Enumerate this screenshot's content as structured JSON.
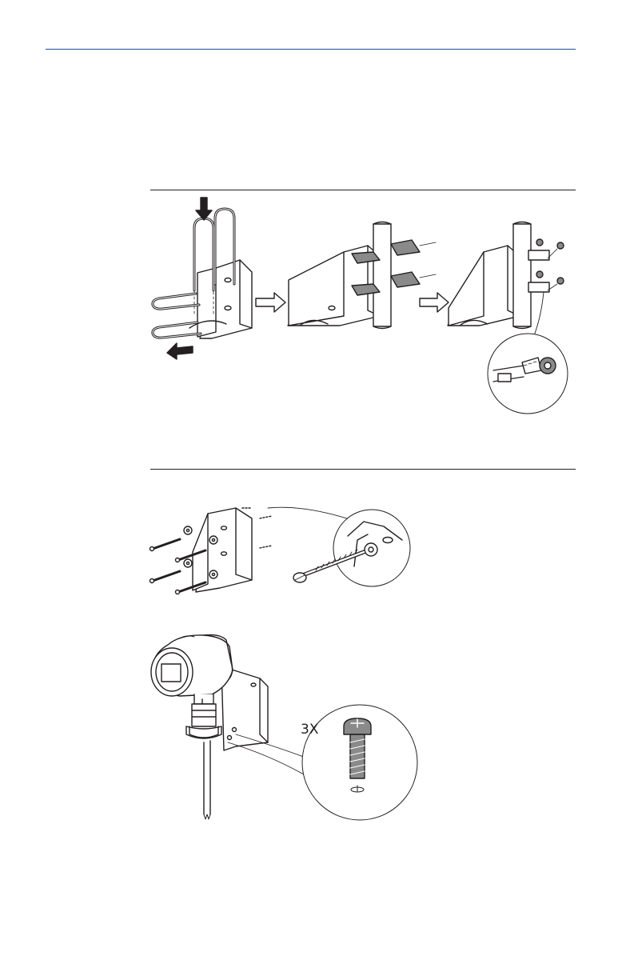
{
  "document": {
    "figure_pipe_mount": {
      "icon": "pipe-mount-u-bolt-illustration"
    },
    "figure_wall_mount": {
      "icon": "wall-mount-screws-illustration"
    },
    "figure_transmitter_mount": {
      "icon": "transmitter-bracket-screw-illustration",
      "screw_count_label": "3X"
    }
  },
  "colors": {
    "header_rule": "#1f4e8c",
    "line_art": "#231f20",
    "shading": "#8a8a8a"
  }
}
